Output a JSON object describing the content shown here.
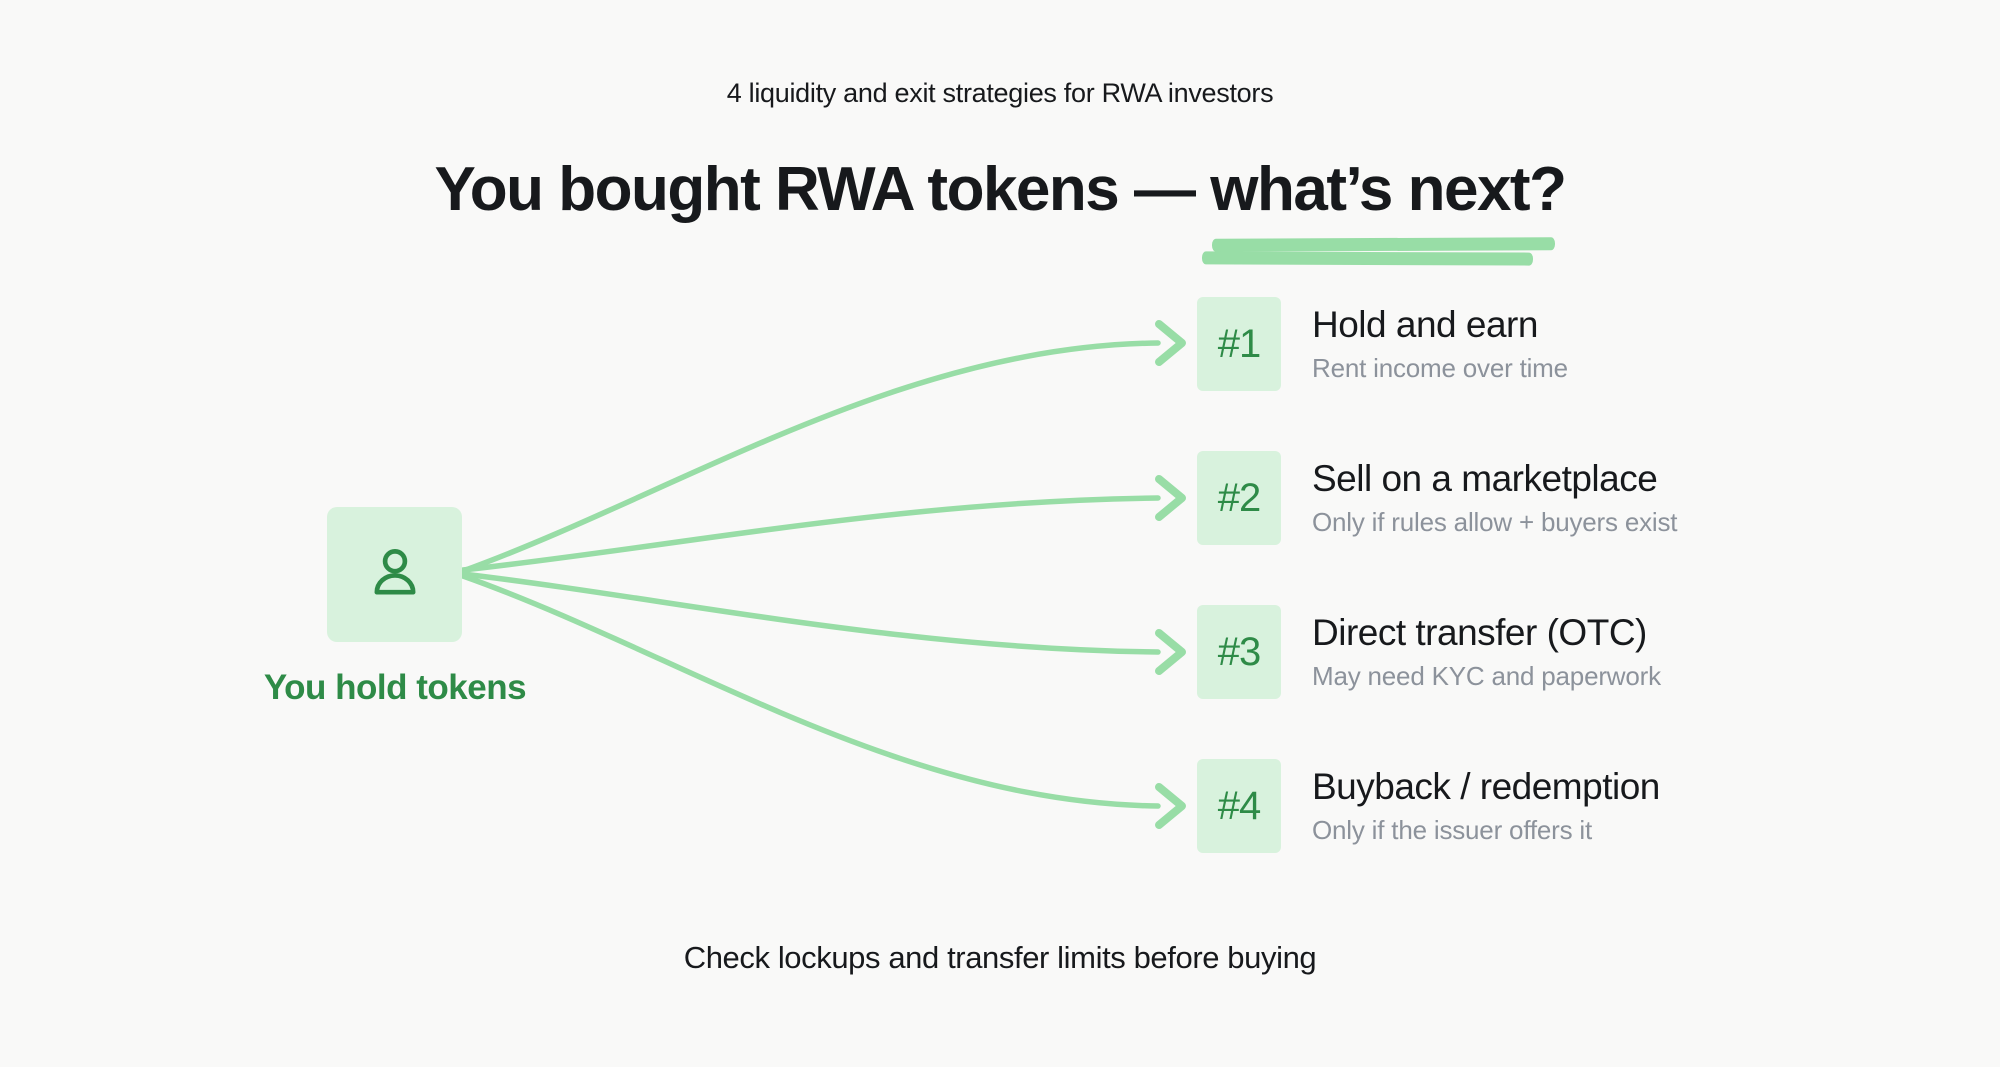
{
  "colors": {
    "bg": "#f9f9f8",
    "ink": "#17191c",
    "muted": "#8c929b",
    "accent-dark": "#2e8b47",
    "accent-light": "#d8f2dd",
    "accent-line": "#98dda6"
  },
  "header": {
    "kicker": "4 liquidity and exit strategies for RWA investors",
    "title_prefix": "You bought RWA tokens — ",
    "title_highlight": "what’s next?"
  },
  "source": {
    "icon": "person-icon",
    "label": "You hold tokens"
  },
  "strategies": [
    {
      "badge": "#1",
      "title": "Hold and earn",
      "subtitle": "Rent income over time"
    },
    {
      "badge": "#2",
      "title": "Sell on a marketplace",
      "subtitle": "Only if rules allow + buyers exist"
    },
    {
      "badge": "#3",
      "title": "Direct transfer (OTC)",
      "subtitle": "May need KYC and paperwork"
    },
    {
      "badge": "#4",
      "title": "Buyback / redemption",
      "subtitle": "Only if the issuer offers it"
    }
  ],
  "footer": {
    "note": "Check lockups and transfer limits before buying"
  }
}
